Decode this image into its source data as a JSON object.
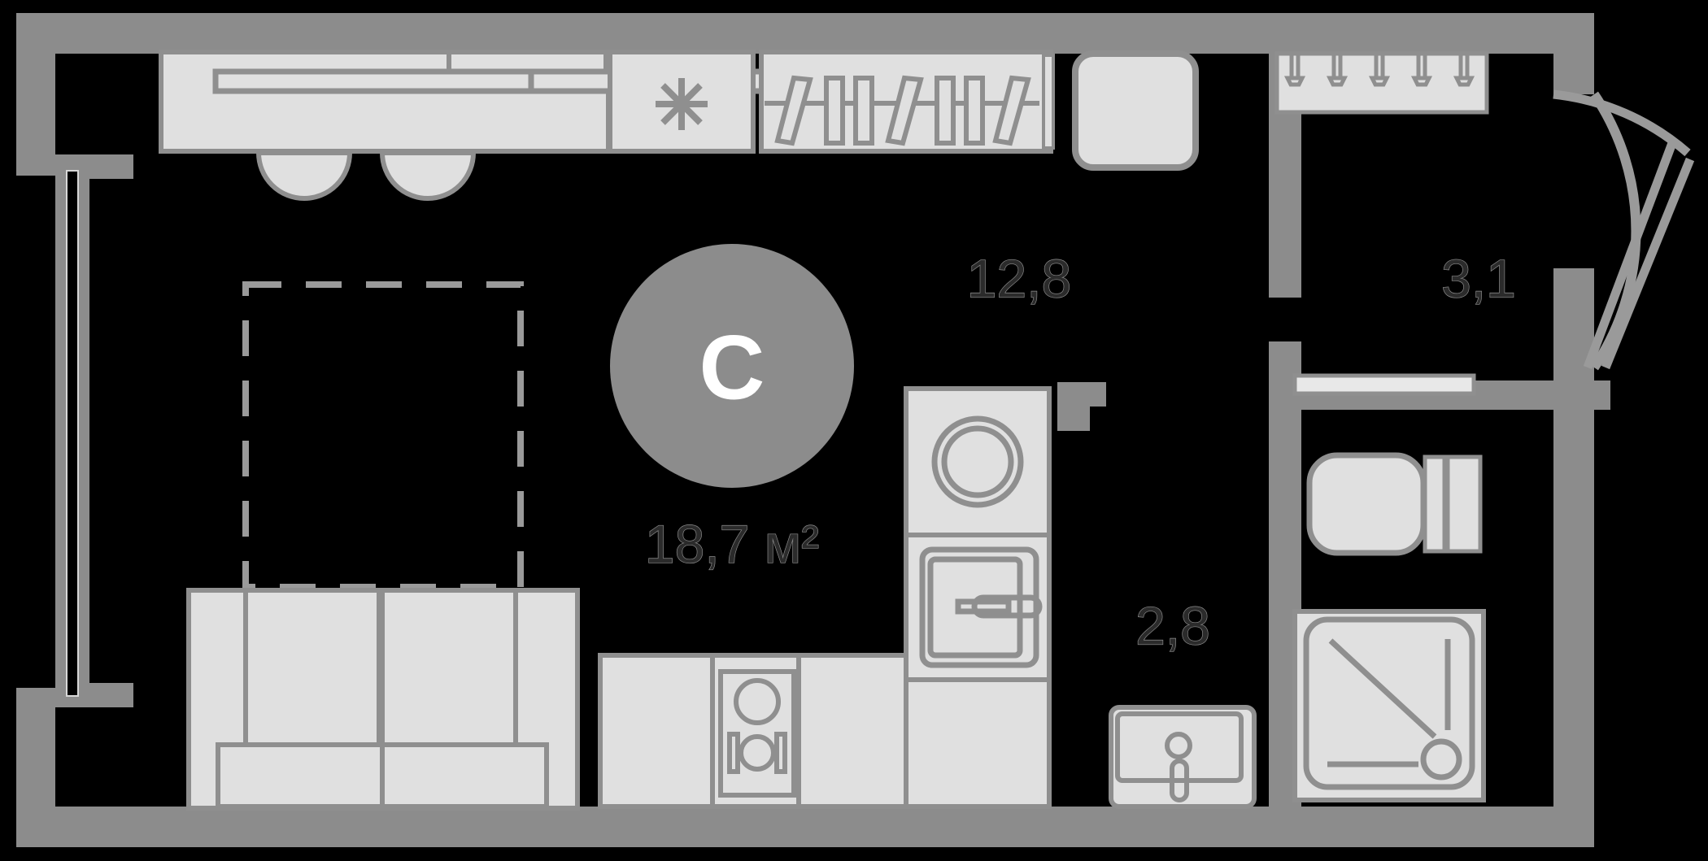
{
  "plan": {
    "type": "apartment-floor-plan",
    "title_badge": {
      "letter": "C",
      "circle_color": "#8c8c8c",
      "text_color": "#ffffff"
    },
    "total_area": {
      "value": "18,7",
      "unit": "м²",
      "full": "18,7 м²"
    },
    "rooms": [
      {
        "name": "living-kitchen",
        "area": "12,8"
      },
      {
        "name": "hallway",
        "area": "3,1"
      },
      {
        "name": "bathroom",
        "area": "2,8"
      }
    ],
    "colors": {
      "background": "#000000",
      "wall": "#8c8c8c",
      "furniture_fill": "#e0e0e0",
      "furniture_stroke": "#8f8f8f",
      "label_text": "#2b2b2b"
    },
    "fixtures": [
      {
        "name": "kitchen-counter",
        "icon": "counter-icon"
      },
      {
        "name": "bar-stool-left",
        "icon": "stool-icon"
      },
      {
        "name": "bar-stool-right",
        "icon": "stool-icon"
      },
      {
        "name": "refrigerator",
        "icon": "snowflake-icon"
      },
      {
        "name": "bookshelf",
        "icon": "books-icon"
      },
      {
        "name": "armchair",
        "icon": "armchair-icon"
      },
      {
        "name": "coat-rack",
        "icon": "hooks-icon"
      },
      {
        "name": "entrance-door",
        "icon": "door-swing-icon"
      },
      {
        "name": "bed",
        "icon": "bed-outline-icon"
      },
      {
        "name": "sofa",
        "icon": "sofa-icon"
      },
      {
        "name": "dining-table",
        "icon": "plate-cutlery-icon"
      },
      {
        "name": "washing-machine",
        "icon": "washer-icon"
      },
      {
        "name": "kitchen-sink",
        "icon": "sink-icon"
      },
      {
        "name": "toilet",
        "icon": "toilet-icon"
      },
      {
        "name": "washbasin",
        "icon": "washbasin-icon"
      },
      {
        "name": "shower-tray",
        "icon": "shower-icon"
      },
      {
        "name": "balcony-window",
        "icon": "window-icon"
      }
    ]
  }
}
